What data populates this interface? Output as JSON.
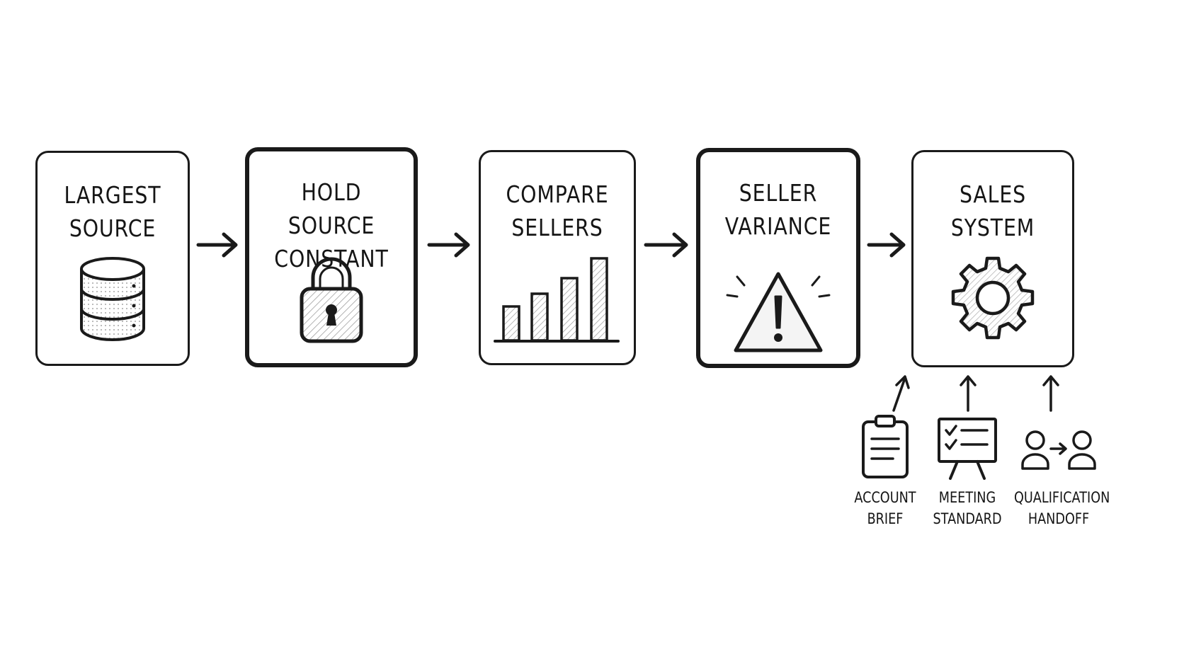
{
  "steps": [
    {
      "id": "largest-source",
      "title_line1": "LARGEST",
      "title_line2": "SOURCE",
      "icon": "database-icon",
      "emphasis": false
    },
    {
      "id": "hold-source-constant",
      "title_line1": "HOLD SOURCE",
      "title_line2": "CONSTANT",
      "icon": "padlock-icon",
      "emphasis": true
    },
    {
      "id": "compare-sellers",
      "title_line1": "COMPARE",
      "title_line2": "SELLERS",
      "icon": "bar-chart-icon",
      "emphasis": false
    },
    {
      "id": "seller-variance",
      "title_line1": "SELLER",
      "title_line2": "VARIANCE",
      "icon": "warning-icon",
      "emphasis": true
    },
    {
      "id": "sales-system",
      "title_line1": "SALES",
      "title_line2": "SYSTEM",
      "icon": "gear-icon",
      "emphasis": false
    }
  ],
  "inputs": [
    {
      "id": "account-brief",
      "label_line1": "ACCOUNT",
      "label_line2": "BRIEF",
      "icon": "clipboard-icon"
    },
    {
      "id": "meeting-standard",
      "label_line1": "MEETING",
      "label_line2": "STANDARD",
      "icon": "checklist-board-icon"
    },
    {
      "id": "qualification-handoff",
      "label_line1": "QUALIFICATION",
      "label_line2": "HANDOFF",
      "icon": "people-handoff-icon"
    }
  ],
  "colors": {
    "ink": "#1a1a1a",
    "hatch": "#9a9a9a",
    "background": "#ffffff"
  }
}
